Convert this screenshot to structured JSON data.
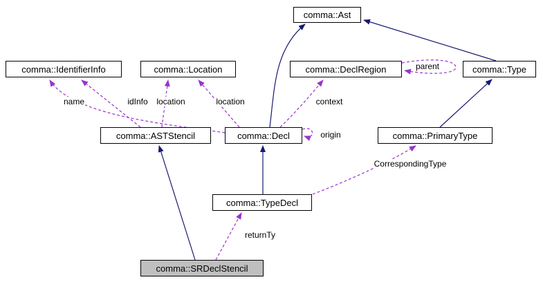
{
  "diagram": {
    "kind": "doxygen-collaboration-graph",
    "colors": {
      "inheritance_edge": "#191970",
      "usage_edge": "#9a32cd",
      "node_border": "#000000",
      "node_fill": "#ffffff",
      "focus_node_fill": "#bfbfbf"
    },
    "nodes": [
      {
        "id": "ast",
        "label": "comma::Ast"
      },
      {
        "id": "identifierinfo",
        "label": "comma::IdentifierInfo"
      },
      {
        "id": "location",
        "label": "comma::Location"
      },
      {
        "id": "declregion",
        "label": "comma::DeclRegion"
      },
      {
        "id": "type",
        "label": "comma::Type"
      },
      {
        "id": "aststencil",
        "label": "comma::ASTStencil"
      },
      {
        "id": "decl",
        "label": "comma::Decl"
      },
      {
        "id": "primarytype",
        "label": "comma::PrimaryType"
      },
      {
        "id": "typedecl",
        "label": "comma::TypeDecl"
      },
      {
        "id": "srdeclstencil",
        "label": "comma::SRDeclStencil",
        "focus": true
      }
    ],
    "edges": [
      {
        "from": "comma::SRDeclStencil",
        "to": "comma::ASTStencil",
        "type": "inheritance",
        "label": ""
      },
      {
        "from": "comma::TypeDecl",
        "to": "comma::Decl",
        "type": "inheritance",
        "label": ""
      },
      {
        "from": "comma::Decl",
        "to": "comma::Ast",
        "type": "inheritance",
        "label": ""
      },
      {
        "from": "comma::PrimaryType",
        "to": "comma::Type",
        "type": "inheritance",
        "label": ""
      },
      {
        "from": "comma::Type",
        "to": "comma::Ast",
        "type": "inheritance",
        "label": ""
      },
      {
        "from": "comma::Decl",
        "to": "comma::IdentifierInfo",
        "type": "usage",
        "label": "name"
      },
      {
        "from": "comma::ASTStencil",
        "to": "comma::IdentifierInfo",
        "type": "usage",
        "label": "idInfo"
      },
      {
        "from": "comma::ASTStencil",
        "to": "comma::Location",
        "type": "usage",
        "label": "location"
      },
      {
        "from": "comma::Decl",
        "to": "comma::Location",
        "type": "usage",
        "label": "location"
      },
      {
        "from": "comma::Decl",
        "to": "comma::DeclRegion",
        "type": "usage",
        "label": "context"
      },
      {
        "from": "comma::Decl",
        "to": "comma::Decl",
        "type": "usage",
        "label": "origin"
      },
      {
        "from": "comma::DeclRegion",
        "to": "comma::DeclRegion",
        "type": "usage",
        "label": "parent"
      },
      {
        "from": "comma::TypeDecl",
        "to": "comma::PrimaryType",
        "type": "usage",
        "label": "CorrespondingType"
      },
      {
        "from": "comma::SRDeclStencil",
        "to": "comma::TypeDecl",
        "type": "usage",
        "label": "returnTy"
      }
    ]
  }
}
